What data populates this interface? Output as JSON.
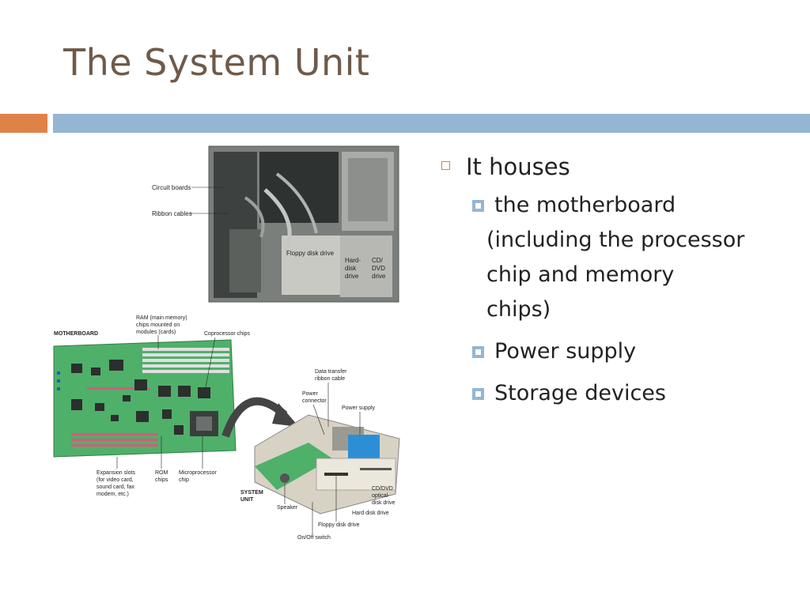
{
  "slide": {
    "title": "The System Unit"
  },
  "bullets": {
    "main": "It houses",
    "sub": [
      {
        "lines": [
          "the motherboard",
          "(including the processor",
          "chip and memory",
          "chips)"
        ]
      },
      {
        "lines": [
          "Power supply"
        ]
      },
      {
        "lines": [
          "Storage devices"
        ]
      }
    ]
  },
  "illustration": {
    "photo_labels": {
      "circuit_boards": "Circuit boards",
      "ribbon_cables": "Ribbon cables",
      "floppy_disk_drive": "Floppy disk drive",
      "hard_disk_drive": [
        "Hard-",
        "disk",
        "drive"
      ],
      "cd_dvd_drive": [
        "CD/",
        "DVD",
        "drive"
      ]
    },
    "motherboard_labels": {
      "heading": "MOTHERBOARD",
      "ram": [
        "RAM (main memory)",
        "chips mounted on",
        "modules (cards)"
      ],
      "coprocessor": "Coprocessor chips",
      "expansion": [
        "Expansion slots",
        "(for video card,",
        "sound card, fax",
        "modem, etc.)"
      ],
      "rom": [
        "ROM",
        "chips"
      ],
      "microprocessor": [
        "Microprocessor",
        "chip"
      ]
    },
    "system_unit_labels": {
      "heading": [
        "SYSTEM",
        "UNIT"
      ],
      "data_transfer": [
        "Data transfer",
        "ribbon cable"
      ],
      "power_connector": [
        "Power",
        "connector"
      ],
      "power_supply": "Power supply",
      "cd_dvd": [
        "CD/DVD",
        "optical-",
        "disk drive"
      ],
      "hard_disk": "Hard disk drive",
      "speaker": "Speaker",
      "floppy": "Floppy disk drive",
      "on_off": "On/Off switch"
    }
  },
  "colors": {
    "title": "#6f5a4a",
    "accent_orange": "#df8247",
    "accent_blue": "#94b6d2",
    "board_green": "#4fb06a"
  }
}
